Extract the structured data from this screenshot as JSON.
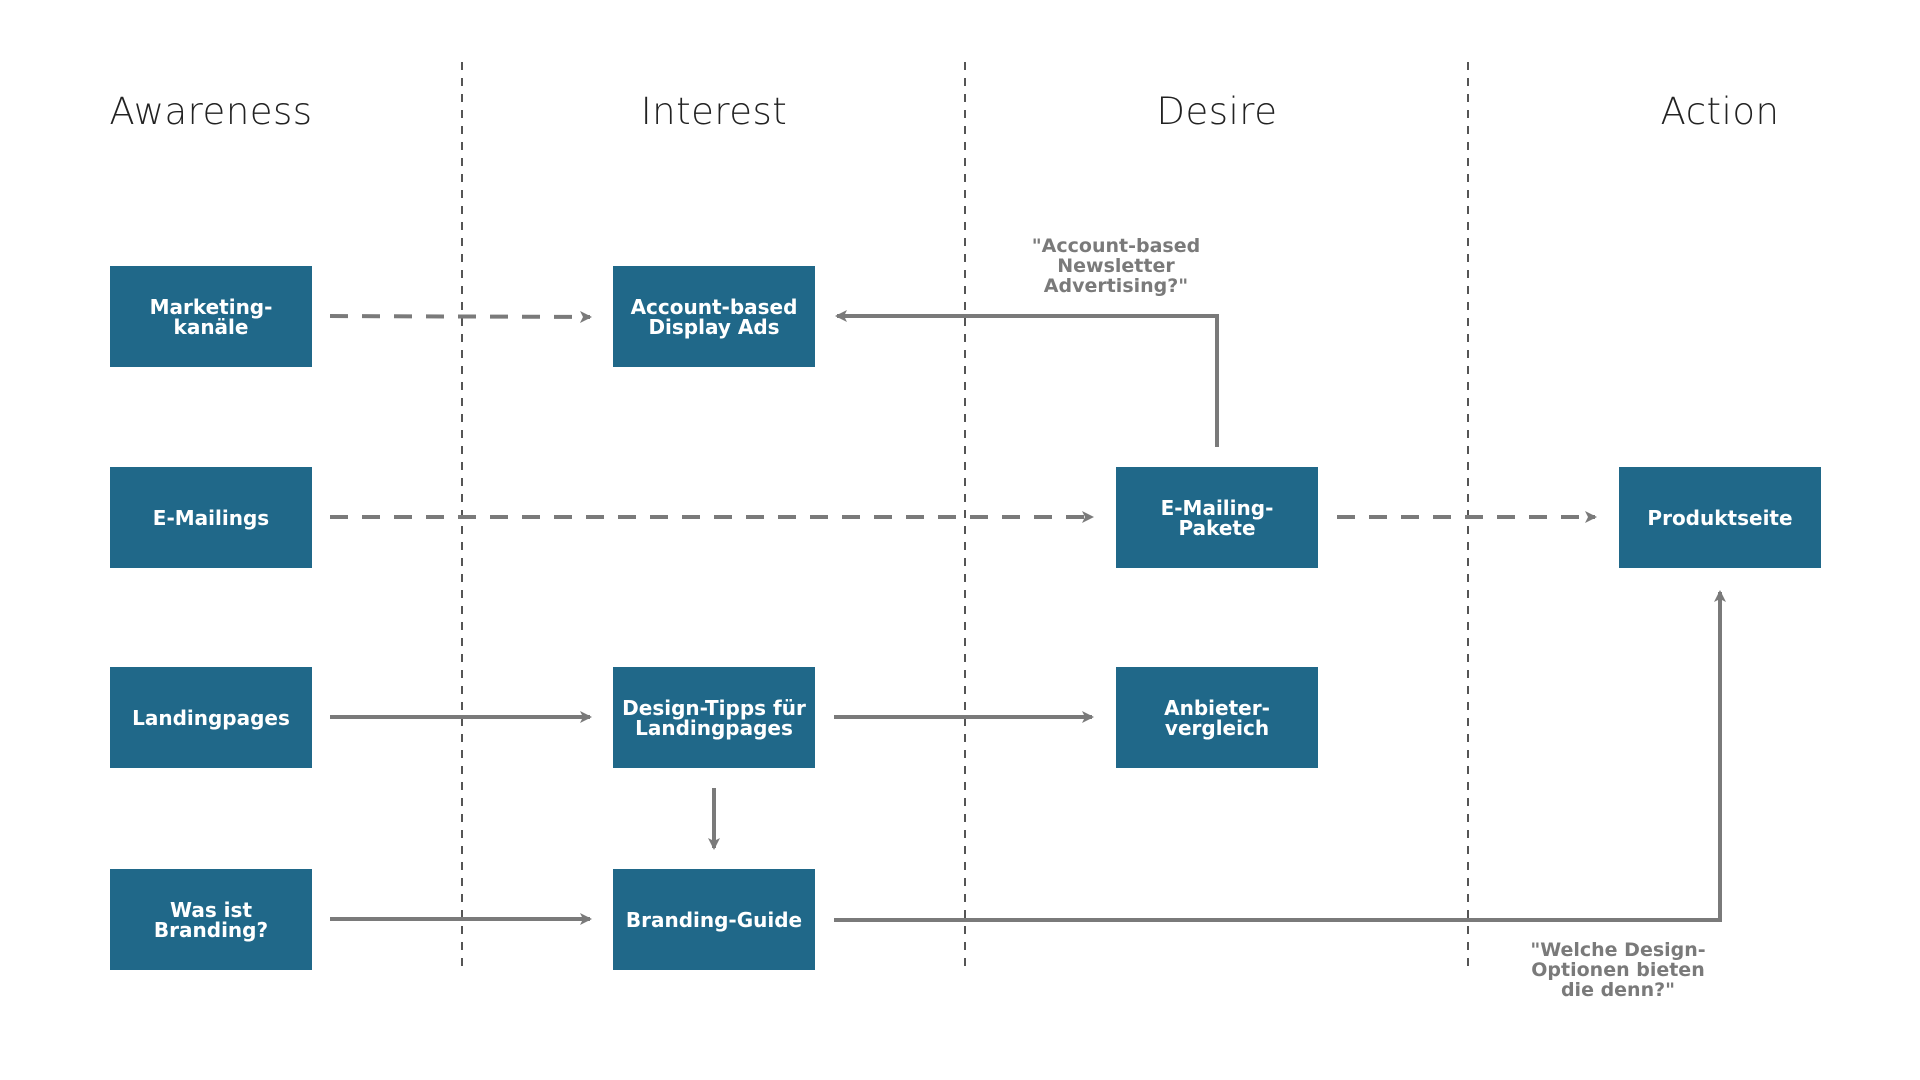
{
  "colors": {
    "box_fill": "#206889",
    "connector": "#7a7a7a",
    "divider": "#555555",
    "title": "#222222"
  },
  "stages": [
    "Awareness",
    "Interest",
    "Desire",
    "Action"
  ],
  "boxes": {
    "marketing": "Marketing-\nkanäle",
    "emailings": "E-Mailings",
    "landingpages": "Landingpages",
    "branding_what": "Was ist\nBranding?",
    "display_ads": "Account-based\nDisplay Ads",
    "design_tips": "Design-Tipps für\nLandingpages",
    "branding_guide": "Branding-Guide",
    "email_packages": "E-Mailing-\nPakete",
    "provider_compare": "Anbieter-\nvergleich",
    "product_page": "Produktseite"
  },
  "notes": {
    "newsletter": "\"Account-based\nNewsletter\nAdvertising?\"",
    "design_options": "\"Welche Design-\nOptionen bieten\ndie denn?\""
  },
  "connections": [
    {
      "from": "marketing",
      "to": "display_ads",
      "style": "dashed"
    },
    {
      "from": "emailings",
      "to": "email_packages",
      "style": "dashed"
    },
    {
      "from": "email_packages",
      "to": "product_page",
      "style": "dashed"
    },
    {
      "from": "email_packages",
      "to": "display_ads",
      "style": "solid"
    },
    {
      "from": "landingpages",
      "to": "design_tips",
      "style": "solid"
    },
    {
      "from": "design_tips",
      "to": "provider_compare",
      "style": "solid"
    },
    {
      "from": "design_tips",
      "to": "branding_guide",
      "style": "solid"
    },
    {
      "from": "branding_what",
      "to": "branding_guide",
      "style": "solid"
    },
    {
      "from": "branding_guide",
      "to": "product_page",
      "style": "solid"
    }
  ]
}
